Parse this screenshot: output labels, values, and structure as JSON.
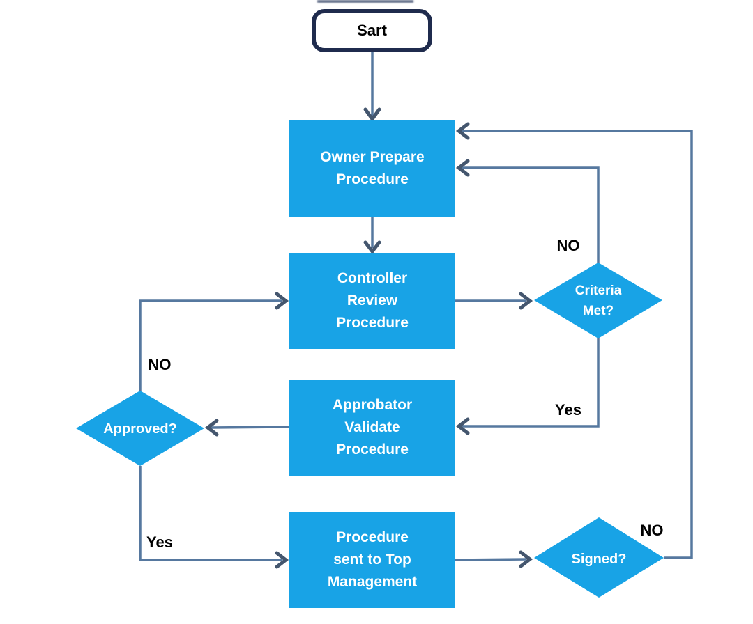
{
  "colors": {
    "background": "#ffffff",
    "node_fill": "#18a3e6",
    "node_text": "#ffffff",
    "start_fill": "#ffffff",
    "start_border": "#1f2b4d",
    "start_text": "#000000",
    "connector": "#56789f",
    "arrowhead": "#44566e",
    "edge_label_color": "#000000"
  },
  "nodes": {
    "start": {
      "label": "Sart"
    },
    "owner": {
      "lines": [
        "Owner Prepare",
        "Procedure"
      ]
    },
    "controller": {
      "lines": [
        "Controller",
        "Review",
        "Procedure"
      ]
    },
    "approbator": {
      "lines": [
        "Approbator",
        "Validate",
        "Procedure"
      ]
    },
    "top_management": {
      "lines": [
        "Procedure",
        "sent to Top",
        "Management"
      ]
    },
    "criteria": {
      "lines": [
        "Criteria",
        "Met?"
      ]
    },
    "approved": {
      "label": "Approved?"
    },
    "signed": {
      "label": "Signed?"
    }
  },
  "edge_labels": {
    "criteria_no": "NO",
    "criteria_yes": "Yes",
    "approved_no": "NO",
    "approved_yes": "Yes",
    "signed_no": "NO"
  }
}
